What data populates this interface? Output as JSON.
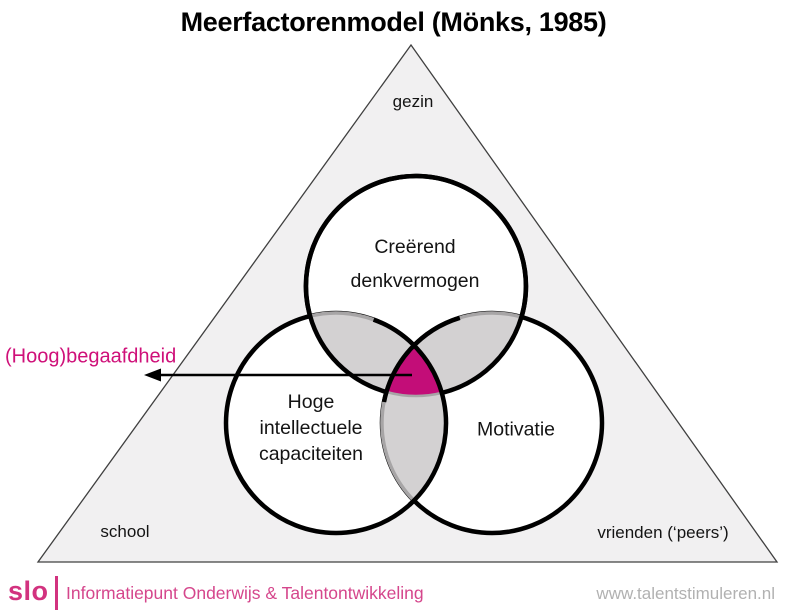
{
  "title": "Meerfactorenmodel (Mönks, 1985)",
  "colors": {
    "highlight_magenta": "#c30d78",
    "label_magenta": "#cf1079",
    "overlap_gray": "#d3d1d2",
    "overlap_stroke_gray": "#a7a5a6",
    "triangle_fill": "#f1f0f1",
    "circle_stroke": "#000000",
    "logo_pink": "#d2327f",
    "footer_pink": "#d5468c",
    "url_gray": "#b1b1b1"
  },
  "triangle_labels": {
    "top": "gezin",
    "bottom_left": "school",
    "bottom_right": "vrienden (‘peers’)"
  },
  "circles": [
    {
      "id": "creative-thinking",
      "lines": [
        "Creërend",
        "denkvermogen"
      ]
    },
    {
      "id": "intellectual-capacities",
      "lines": [
        "Hoge",
        "intellectuele",
        "capaciteiten"
      ]
    },
    {
      "id": "motivation",
      "lines": [
        "Motivatie"
      ]
    }
  ],
  "intersection": {
    "label": "(Hoog)begaafdheid"
  },
  "footer": {
    "logo": "slo",
    "org": "Informatiepunt Onderwijs & Talentontwikkeling",
    "url": "www.talentstimuleren.nl"
  }
}
